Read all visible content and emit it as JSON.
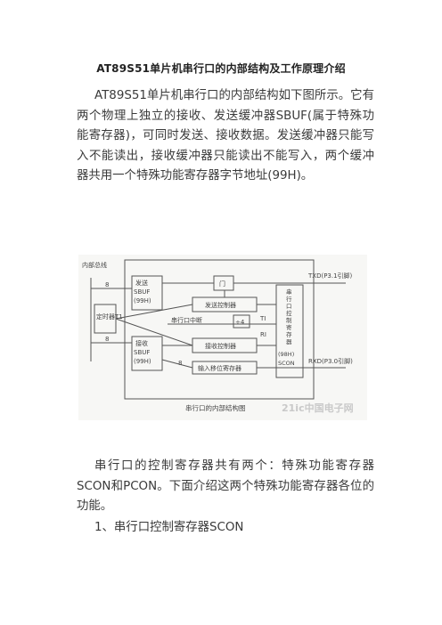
{
  "document": {
    "title": "AT89S51单片机串行口的内部结构及工作原理介绍",
    "paragraph1": "AT89S51单片机串行口的内部结构如下图所示。它有两个物理上独立的接收、发送缓冲器SBUF(属于特殊功能寄存器)，可同时发送、接收数据。发送缓冲器只能写入不能读出，接收缓冲器只能读出不能写入，两个缓冲器共用一个特殊功能寄存器字节地址(99H)。",
    "paragraph2": "串行口的控制寄存器共有两个：特殊功能寄存器SCON和PCON。下面介绍这两个特殊功能寄存器各位的功能。",
    "heading1": "1、串行口控制寄存器SCON"
  },
  "figure": {
    "internal_bus": "内部总线",
    "bus_width_top": "8",
    "bus_width_bottom": "8",
    "bus_width_shift": "8",
    "timer_label": "定时器T1",
    "tx_sbuf": [
      "发送",
      "SBUF",
      "(99H)"
    ],
    "rx_sbuf": [
      "接收",
      "SBUF",
      "(99H)"
    ],
    "gate": "门",
    "tx_controller": "发送控制器",
    "rx_controller": "接收控制器",
    "divider": "÷4",
    "interrupt": "串行口中断",
    "ti": "TI",
    "ri": "RI",
    "shift_register": "输入移位寄存器",
    "scon_box": [
      "串",
      "行",
      "口",
      "控",
      "制",
      "寄",
      "存",
      "器",
      "(98H)",
      "SCON"
    ],
    "txd": "TXD(P3.1引脚)",
    "rxd": "RXD(P3.0引脚)",
    "caption": "串行口的内部结构图",
    "watermark": "21ic中国电子网"
  }
}
